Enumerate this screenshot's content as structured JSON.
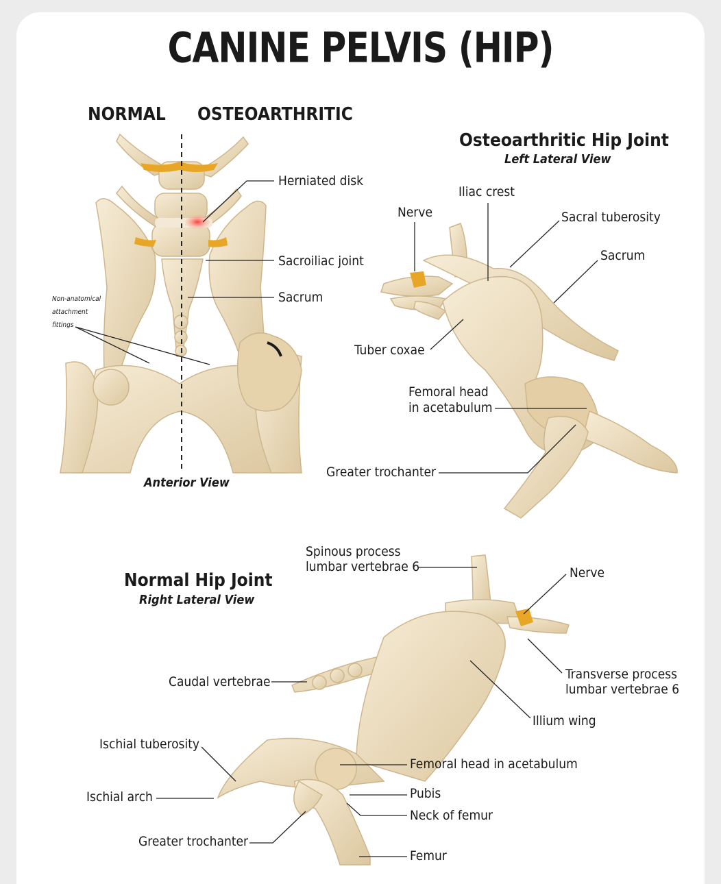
{
  "title": "CANINE PELVIS (HIP)",
  "anterior": {
    "left_heading": "NORMAL",
    "right_heading": "OSTEOARTHRITIC",
    "view_caption": "Anterior View",
    "labels": [
      "Herniated disk",
      "Sacroiliac joint",
      "Sacrum"
    ],
    "note_lines": [
      "Non-anatomical",
      "attachment",
      "fittings"
    ]
  },
  "oa_hip": {
    "heading": "Osteoarthritic Hip Joint",
    "view": "Left Lateral View",
    "labels": {
      "iliac_crest": "Iliac crest",
      "nerve": "Nerve",
      "sacral_tuberosity": "Sacral tuberosity",
      "sacrum": "Sacrum",
      "tuber_coxae": "Tuber coxae",
      "femoral_head_1": "Femoral head",
      "femoral_head_2": "in acetabulum",
      "greater_trochanter": "Greater trochanter"
    }
  },
  "normal_hip": {
    "heading": "Normal Hip Joint",
    "view": "Right Lateral View",
    "labels": {
      "spinous_1": "Spinous process",
      "spinous_2": "lumbar vertebrae 6",
      "nerve": "Nerve",
      "transverse_1": "Transverse process",
      "transverse_2": "lumbar vertebrae 6",
      "caudal": "Caudal vertebrae",
      "illium": "Illium wing",
      "ischial_tuberosity": "Ischial tuberosity",
      "femoral_head": "Femoral head in acetabulum",
      "ischial_arch": "Ischial arch",
      "pubis": "Pubis",
      "neck": "Neck of femur",
      "greater_trochanter": "Greater trochanter",
      "femur": "Femur"
    }
  },
  "colors": {
    "bone": "#eedfc0",
    "bone_shadow": "#d9c49a",
    "nerve": "#e8a626",
    "herniation": "#e8323c"
  }
}
